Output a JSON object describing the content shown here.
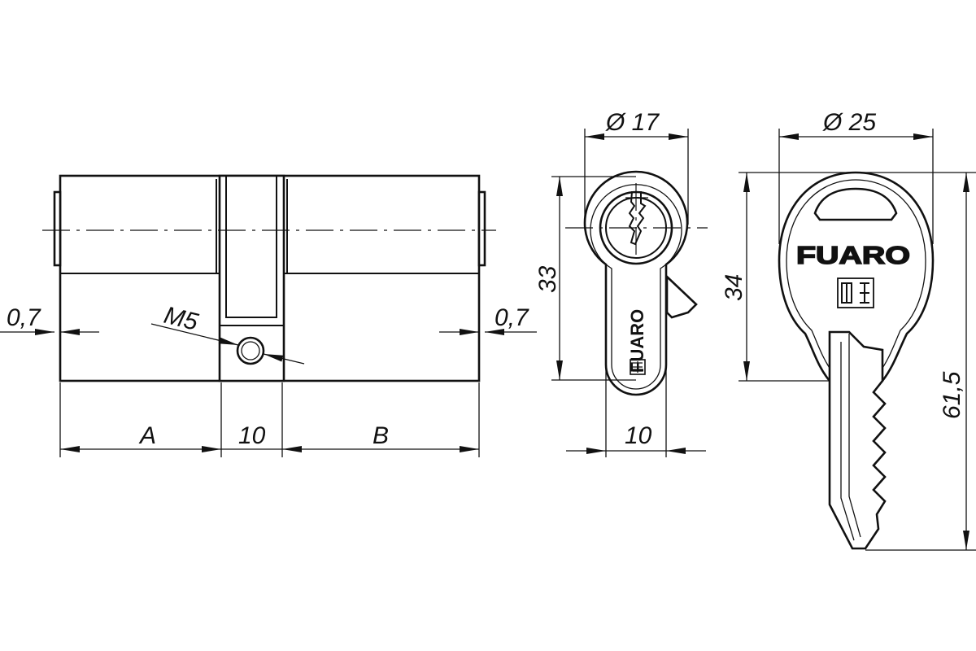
{
  "colors": {
    "line": "#111111",
    "background": "#ffffff"
  },
  "cylinder": {
    "labels": {
      "left_gap": "0,7",
      "right_gap": "0,7",
      "screw_thread": "M5",
      "length_a": "A",
      "cam_width": "10",
      "length_b": "B"
    }
  },
  "end_view": {
    "labels": {
      "diameter": "Ø 17",
      "height": "33",
      "bottom_width": "10",
      "brand": "FUARO"
    }
  },
  "key": {
    "labels": {
      "head_diameter": "Ø 25",
      "head_height": "34",
      "total_length": "61,5",
      "brand": "FUARO"
    }
  }
}
